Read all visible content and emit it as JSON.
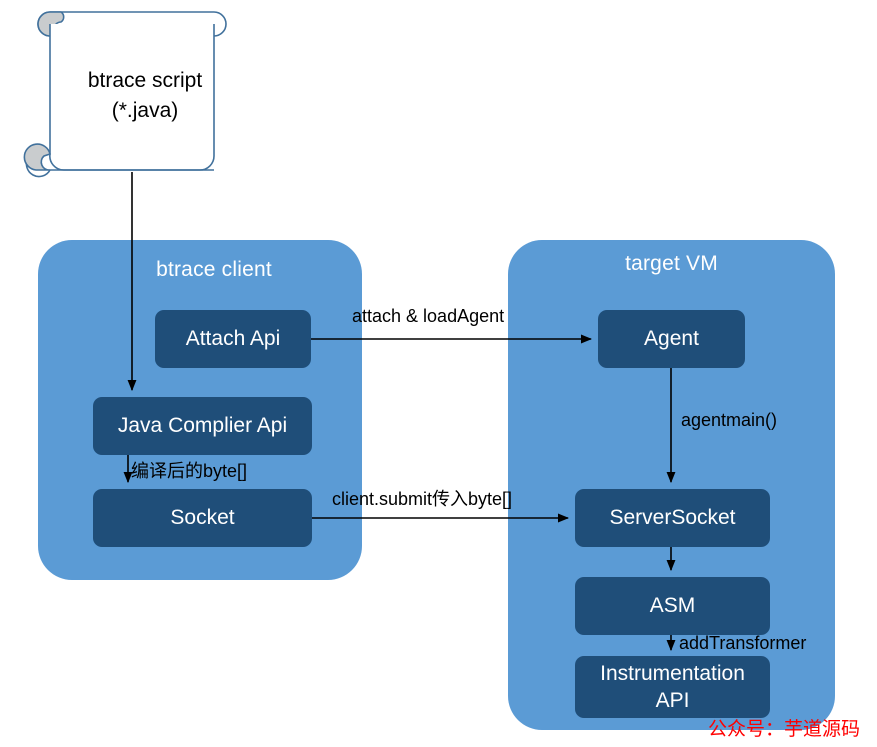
{
  "diagram": {
    "title": "btrace architecture flow",
    "colors": {
      "panel_blue": "#5B9BD5",
      "box_dark_blue": "#1F4E79",
      "scroll_outline": "#41719C",
      "scroll_fill": "#FFFFFF",
      "scroll_curl": "#C9CCCE",
      "connector": "#000000",
      "watermark_red": "#FF0000",
      "canvas": "#FFFFFF"
    },
    "source_document": {
      "shape": "scroll-document",
      "label": "btrace script\n(*.java)"
    },
    "panels": [
      {
        "id": "btrace-client",
        "title": "btrace client",
        "boxes": [
          {
            "id": "attach-api",
            "label": "Attach Api"
          },
          {
            "id": "java-compiler",
            "label": "Java Complier Api"
          },
          {
            "id": "socket",
            "label": "Socket"
          }
        ]
      },
      {
        "id": "target-vm",
        "title": "target VM",
        "boxes": [
          {
            "id": "agent",
            "label": "Agent"
          },
          {
            "id": "server-socket",
            "label": "ServerSocket"
          },
          {
            "id": "asm",
            "label": "ASM"
          },
          {
            "id": "instrumentation-api",
            "label": "Instrumentation\nAPI"
          }
        ]
      }
    ],
    "connectors": [
      {
        "id": "script-to-compiler",
        "label": "",
        "from": "btrace script (*.java)",
        "to": "Java Complier Api"
      },
      {
        "id": "attach-to-agent",
        "label": "attach & loadAgent",
        "from": "Attach Api",
        "to": "Agent"
      },
      {
        "id": "agent-to-serversocket",
        "label": "agentmain()",
        "from": "Agent",
        "to": "ServerSocket"
      },
      {
        "id": "compiler-to-socket",
        "label": "编译后的byte[]",
        "from": "Java Complier Api",
        "to": "Socket"
      },
      {
        "id": "socket-to-serversocket",
        "label": "client.submit传入byte[]",
        "from": "Socket",
        "to": "ServerSocket"
      },
      {
        "id": "serversocket-to-asm",
        "label": "",
        "from": "ServerSocket",
        "to": "ASM"
      },
      {
        "id": "asm-to-instrumentation",
        "label": "addTransformer",
        "from": "ASM",
        "to": "Instrumentation API"
      }
    ],
    "watermark": "公众号：芋道源码"
  }
}
